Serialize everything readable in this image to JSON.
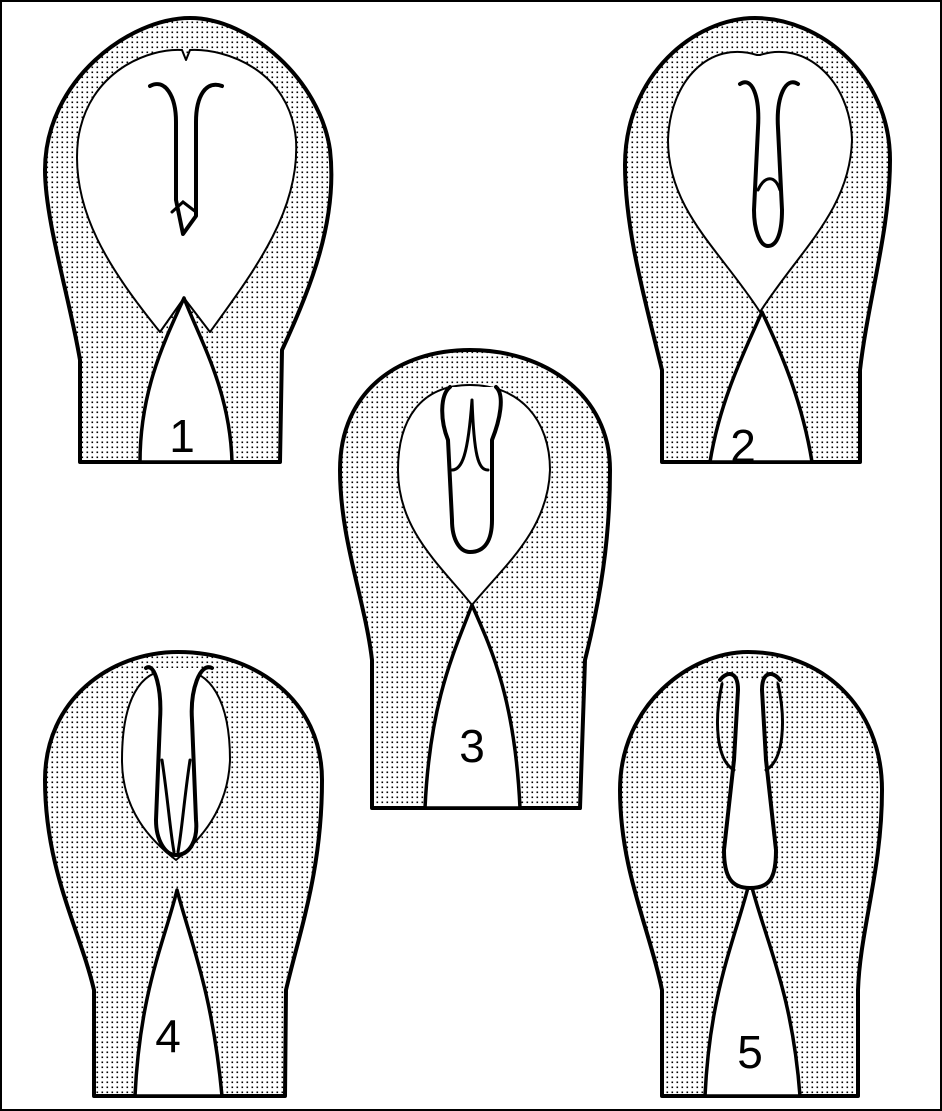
{
  "stages": [
    {
      "id": 1,
      "label": "1"
    },
    {
      "id": 2,
      "label": "2"
    },
    {
      "id": 3,
      "label": "3"
    },
    {
      "id": 4,
      "label": "4"
    },
    {
      "id": 5,
      "label": "5"
    }
  ]
}
